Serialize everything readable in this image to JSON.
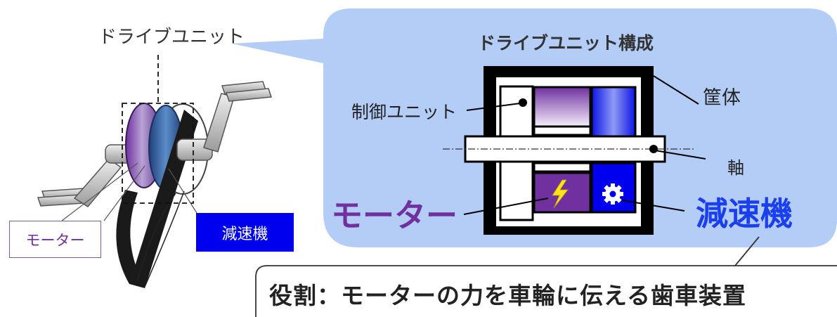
{
  "labels": {
    "drive_unit": "ドライブユニット",
    "structure_title": "ドライブユニット構成",
    "control_unit": "制御ユニット",
    "housing": "筐体",
    "shaft": "軸",
    "motor_big": "モーター",
    "reducer_big": "減速機",
    "motor_box": "モーター",
    "reducer_box": "減速機"
  },
  "caption": "役割：モーターの力を車輪に伝える歯車装置",
  "colors": {
    "callout_bg": "#b4cdf7",
    "motor": "#7030a0",
    "reducer": "#0000ee",
    "reducer_text": "#1a3ff0"
  }
}
